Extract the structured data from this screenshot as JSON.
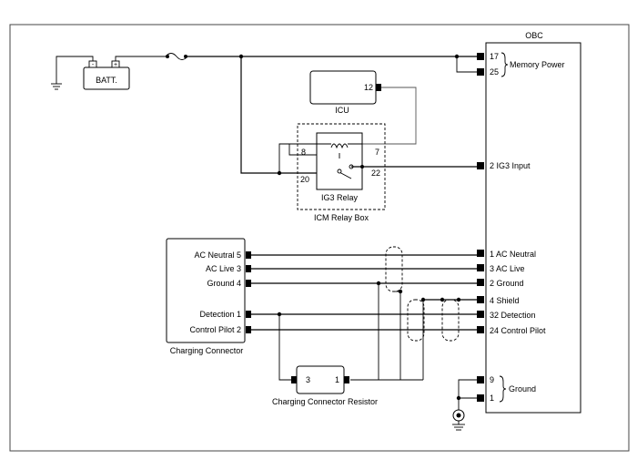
{
  "obc": {
    "title": "OBC",
    "pins": {
      "p17": "17",
      "p25": "25",
      "memory_power": "Memory Power",
      "ig3_input": "2 IG3 Input",
      "ac_neutral": "1 AC Neutral",
      "ac_live": "3 AC Live",
      "ground2": "2 Ground",
      "shield": "4 Shield",
      "detection": "32 Detection",
      "control_pilot": "24 Control Pilot",
      "p9": "9",
      "p1": "1",
      "ground": "Ground"
    }
  },
  "battery": {
    "label": "BATT.",
    "neg": "-",
    "pos": "+"
  },
  "icu": {
    "label": "ICU",
    "pin": "12"
  },
  "relay": {
    "label": "IG3 Relay",
    "box_label": "ICM Relay Box",
    "pin8": "8",
    "pin7": "7",
    "pin20": "20",
    "pin22": "22"
  },
  "charging_connector": {
    "label": "Charging Connector",
    "ac_neutral": "AC Neutral 5",
    "ac_live": "AC Live 3",
    "ground": "Ground 4",
    "detection": "Detection 1",
    "control_pilot": "Control Pilot 2"
  },
  "resistor": {
    "label": "Charging Connector Resistor",
    "pin3": "3",
    "pin1": "1"
  }
}
